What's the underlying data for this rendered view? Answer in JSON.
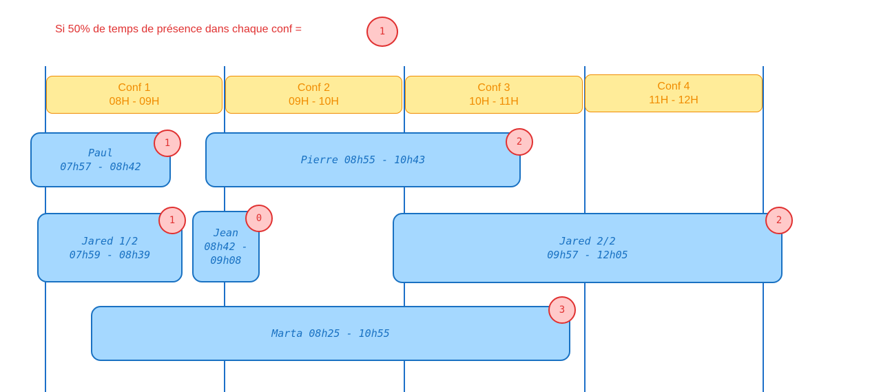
{
  "title": {
    "text": "Si 50% de temps de présence dans chaque conf =",
    "badge": "1"
  },
  "confs": [
    {
      "name": "Conf 1",
      "time": "08H - 09H"
    },
    {
      "name": "Conf 2",
      "time": "09H - 10H"
    },
    {
      "name": "Conf 3",
      "time": "10H - 11H"
    },
    {
      "name": "Conf 4",
      "time": "11H - 12H"
    }
  ],
  "attendees": {
    "paul": {
      "line1": "Paul",
      "line2": "07h57 - 08h42",
      "count": "1"
    },
    "pierre": {
      "line1": "Pierre 08h55 - 10h43",
      "count": "2"
    },
    "jared1": {
      "line1": "Jared 1/2",
      "line2": "07h59 - 08h39",
      "count": "1"
    },
    "jean": {
      "line1": "Jean",
      "line2": "08h42 -",
      "line3": "09h08",
      "count": "0"
    },
    "jared2": {
      "line1": "Jared 2/2",
      "line2": "09h57 - 12h05",
      "count": "2"
    },
    "marta": {
      "line1": "Marta 08h25 - 10h55",
      "count": "3"
    }
  },
  "colors": {
    "title_red": "#e03131",
    "badge_fill": "#ffc9c9",
    "conf_fill": "#ffec99",
    "conf_stroke": "#f08c00",
    "bar_fill": "#a5d8ff",
    "bar_stroke": "#1971c2",
    "grid_line": "#1c6fc8"
  }
}
